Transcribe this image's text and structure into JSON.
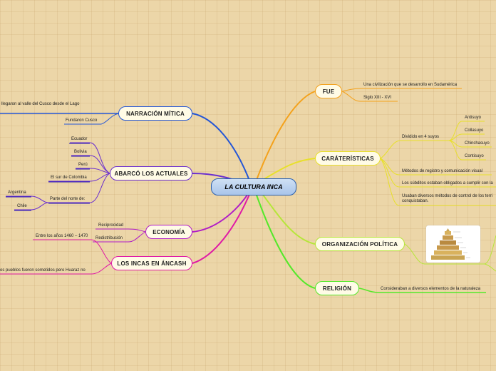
{
  "root": {
    "title": "LA CULTURA INCA"
  },
  "branches": {
    "narracion": {
      "label": "NARRACIÓN MÍTICA",
      "color": "#2456d6",
      "leaves": [
        "llegaron al valle del Cusco desde el Lago",
        "Fundaron Cusco"
      ]
    },
    "abarco": {
      "label": "ABARCÓ LOS ACTUALES",
      "color": "#6a2ecf",
      "leaves": [
        "Ecuador",
        "Bolivia",
        "Perú",
        "El sur de Colombia",
        "Parte del norte de:"
      ],
      "sub_leaves": [
        "Argentina",
        "Chile"
      ]
    },
    "economia": {
      "label": "ECONOMÍA",
      "color": "#b01cc7",
      "leaves": [
        "Reciprocidad",
        "Redistribución"
      ]
    },
    "ancash": {
      "label": "LOS INCAS EN ÁNCASH",
      "color": "#e01aa6",
      "leaves": [
        "Entre los años 1460 – 1470",
        "os pueblos fueron sometidos pero Huaraz no"
      ]
    },
    "fue": {
      "label": "FUE",
      "color": "#f4a11a",
      "leaves": [
        "Una civilización que se desarrollo en Sudamérica",
        "Siglo  XIII - XVI"
      ]
    },
    "caracteristicas": {
      "label": "CARÁTERÍSTICAS",
      "color": "#e8e02a",
      "leaves": [
        "Dividido en 4 suyos",
        "Métodos de registro y comunicación visual",
        "Los súbditos estaban obligados a cumplir con la",
        "Usaban diversos métodos de control de los terri",
        "conquistaban."
      ],
      "sub_leaves": [
        "Antisuyo",
        "Collasuyo",
        "Chinchasuyo",
        "Contisuyo"
      ]
    },
    "organizacion": {
      "label": "ORGANIZACIÓN POLÍTICA",
      "color": "#b6e63a"
    },
    "religion": {
      "label": "RELIGIÓN",
      "color": "#55e82a",
      "leaves": [
        "Consideraban a diversos elementos de la naturaleza"
      ]
    }
  },
  "pyramid_image": {
    "icon": "social-pyramid-image"
  }
}
